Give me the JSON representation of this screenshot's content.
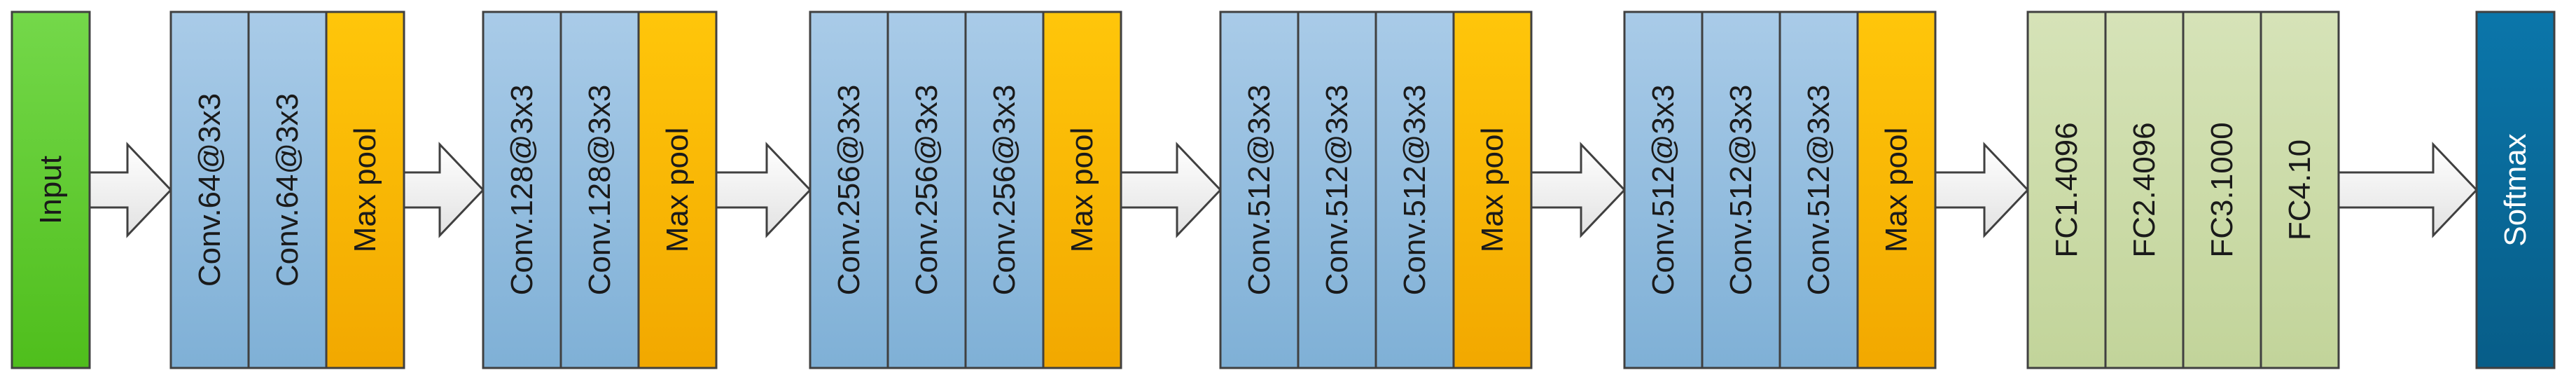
{
  "colors": {
    "input": "#5ecb2b",
    "conv": "#8fbbdd",
    "pool": "#f6b200",
    "fc": "#c9d9a5",
    "softmax": "#0a6a99",
    "border": "#404040",
    "arrow_fill": "#f2f2f2",
    "arrow_stroke": "#404040"
  },
  "blocks": [
    {
      "id": "input",
      "cells": [
        {
          "kind": "input",
          "label": "Input"
        }
      ]
    },
    {
      "id": "conv-block-1",
      "cells": [
        {
          "kind": "conv",
          "label": "Conv.64@3x3"
        },
        {
          "kind": "conv",
          "label": "Conv.64@3x3"
        },
        {
          "kind": "pool",
          "label": "Max pool"
        }
      ]
    },
    {
      "id": "conv-block-2",
      "cells": [
        {
          "kind": "conv",
          "label": "Conv.128@3x3"
        },
        {
          "kind": "conv",
          "label": "Conv.128@3x3"
        },
        {
          "kind": "pool",
          "label": "Max pool"
        }
      ]
    },
    {
      "id": "conv-block-3",
      "cells": [
        {
          "kind": "conv",
          "label": "Conv.256@3x3"
        },
        {
          "kind": "conv",
          "label": "Conv.256@3x3"
        },
        {
          "kind": "conv",
          "label": "Conv.256@3x3"
        },
        {
          "kind": "pool",
          "label": "Max pool"
        }
      ]
    },
    {
      "id": "conv-block-4",
      "cells": [
        {
          "kind": "conv",
          "label": "Conv.512@3x3"
        },
        {
          "kind": "conv",
          "label": "Conv.512@3x3"
        },
        {
          "kind": "conv",
          "label": "Conv.512@3x3"
        },
        {
          "kind": "pool",
          "label": "Max pool"
        }
      ]
    },
    {
      "id": "conv-block-5",
      "cells": [
        {
          "kind": "conv",
          "label": "Conv.512@3x3"
        },
        {
          "kind": "conv",
          "label": "Conv.512@3x3"
        },
        {
          "kind": "conv",
          "label": "Conv.512@3x3"
        },
        {
          "kind": "pool",
          "label": "Max pool"
        }
      ]
    },
    {
      "id": "fc-block",
      "cells": [
        {
          "kind": "fc",
          "label": "FC1.4096"
        },
        {
          "kind": "fc",
          "label": "FC2.4096"
        },
        {
          "kind": "fc",
          "label": "FC3.1000"
        },
        {
          "kind": "fc",
          "label": "FC4.10"
        }
      ]
    },
    {
      "id": "softmax",
      "cells": [
        {
          "kind": "softmax",
          "label": "Softmax"
        }
      ]
    }
  ]
}
